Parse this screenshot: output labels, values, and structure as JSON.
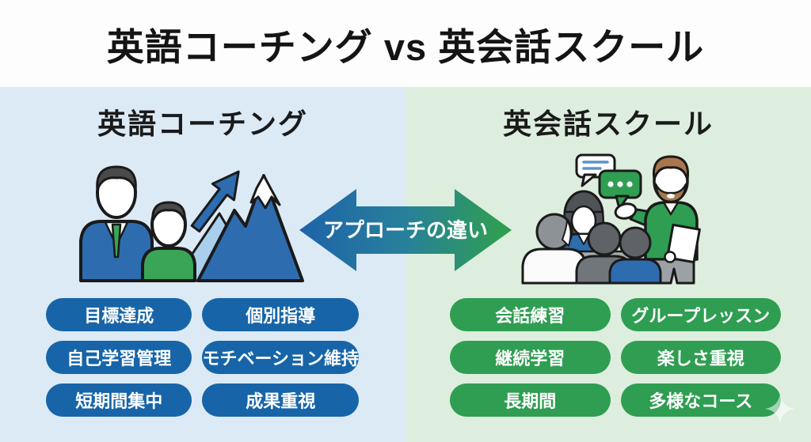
{
  "title": "英語コーチング vs 英会話スクール",
  "divider": {
    "label": "アプローチの違い",
    "gradient_from": "#1f63a9",
    "gradient_to": "#2f9e52"
  },
  "left": {
    "heading": "英語コーチング",
    "panel_color": "#dceaf6",
    "pill_color": "#1765a8",
    "illustration": "coach-and-student-with-growth-arrow-and-mountain",
    "pills": [
      "目標達成",
      "個別指導",
      "自己学習管理",
      "モチベーション維持",
      "短期間集中",
      "成果重視"
    ]
  },
  "right": {
    "heading": "英会話スクール",
    "panel_color": "#ddeede",
    "pill_color": "#2f9e52",
    "illustration": "teacher-with-student-group-and-speech-bubbles",
    "pills": [
      "会話練習",
      "グループレッスン",
      "継続学習",
      "楽しさ重視",
      "長期間",
      "多様なコース"
    ]
  }
}
